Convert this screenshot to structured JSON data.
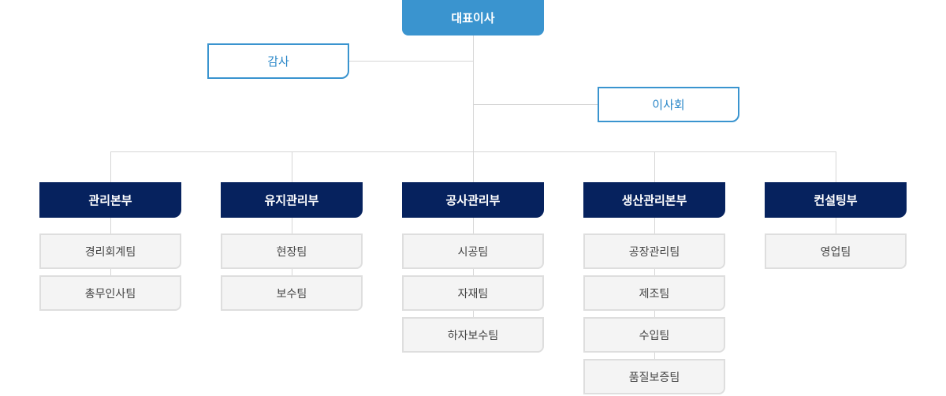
{
  "ceo": "대표이사",
  "audit": "감사",
  "board": "이사회",
  "departments": [
    {
      "name": "관리본부",
      "teams": [
        "경리회계팀",
        "총무인사팀"
      ]
    },
    {
      "name": "유지관리부",
      "teams": [
        "현장팀",
        "보수팀"
      ]
    },
    {
      "name": "공사관리부",
      "teams": [
        "시공팀",
        "자재팀",
        "하자보수팀"
      ]
    },
    {
      "name": "생산관리본부",
      "teams": [
        "공장관리팀",
        "제조팀",
        "수입팀",
        "품질보증팀"
      ]
    },
    {
      "name": "컨설팅부",
      "teams": [
        "영업팀"
      ]
    }
  ],
  "colors": {
    "ceo_fill": "#3a94cf",
    "outline": "#3a94cf",
    "department_fill": "#06225e",
    "team_fill": "#f4f4f4",
    "connector": "#d6d6d6"
  }
}
